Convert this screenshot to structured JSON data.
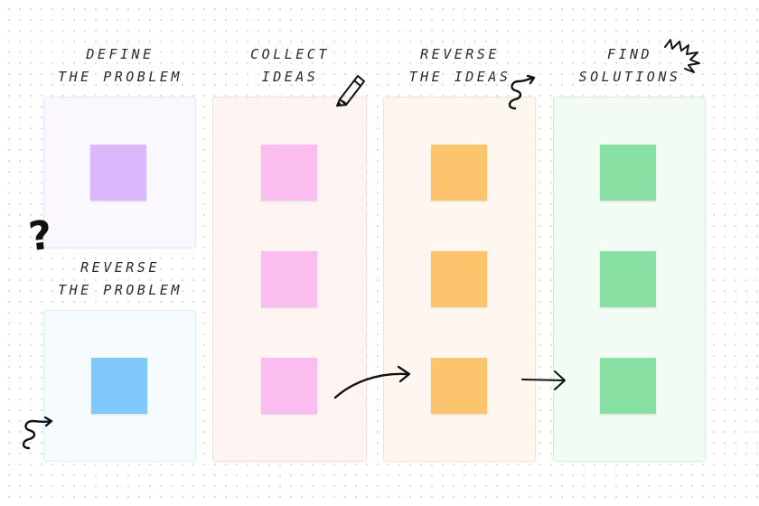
{
  "columns": [
    {
      "id": "define",
      "line1": "DEFINE",
      "line2": "THE PROBLEM"
    },
    {
      "id": "collect",
      "line1": "COLLECT",
      "line2": "IDEAS"
    },
    {
      "id": "reverse-ideas",
      "line1": "REVERSE",
      "line2": "THE IDEAS"
    },
    {
      "id": "find",
      "line1": "FIND",
      "line2": "SOLUTIONS"
    }
  ],
  "reverse_problem": {
    "line1": "REVERSE",
    "line2": "THE PROBLEM"
  },
  "doodles": {
    "question_mark": "?"
  },
  "colors": {
    "purple_note": "#dab8fb",
    "blue_note": "#80c9fd",
    "pink_note": "#fbbcef",
    "orange_note": "#fdc46e",
    "green_note": "#88e0a2",
    "purple_panel": "#faf7fe",
    "blue_panel": "#f5fbfe",
    "pink_panel": "#fef5f3",
    "orange_panel": "#fef7ef",
    "green_panel": "#f2fcf4"
  }
}
